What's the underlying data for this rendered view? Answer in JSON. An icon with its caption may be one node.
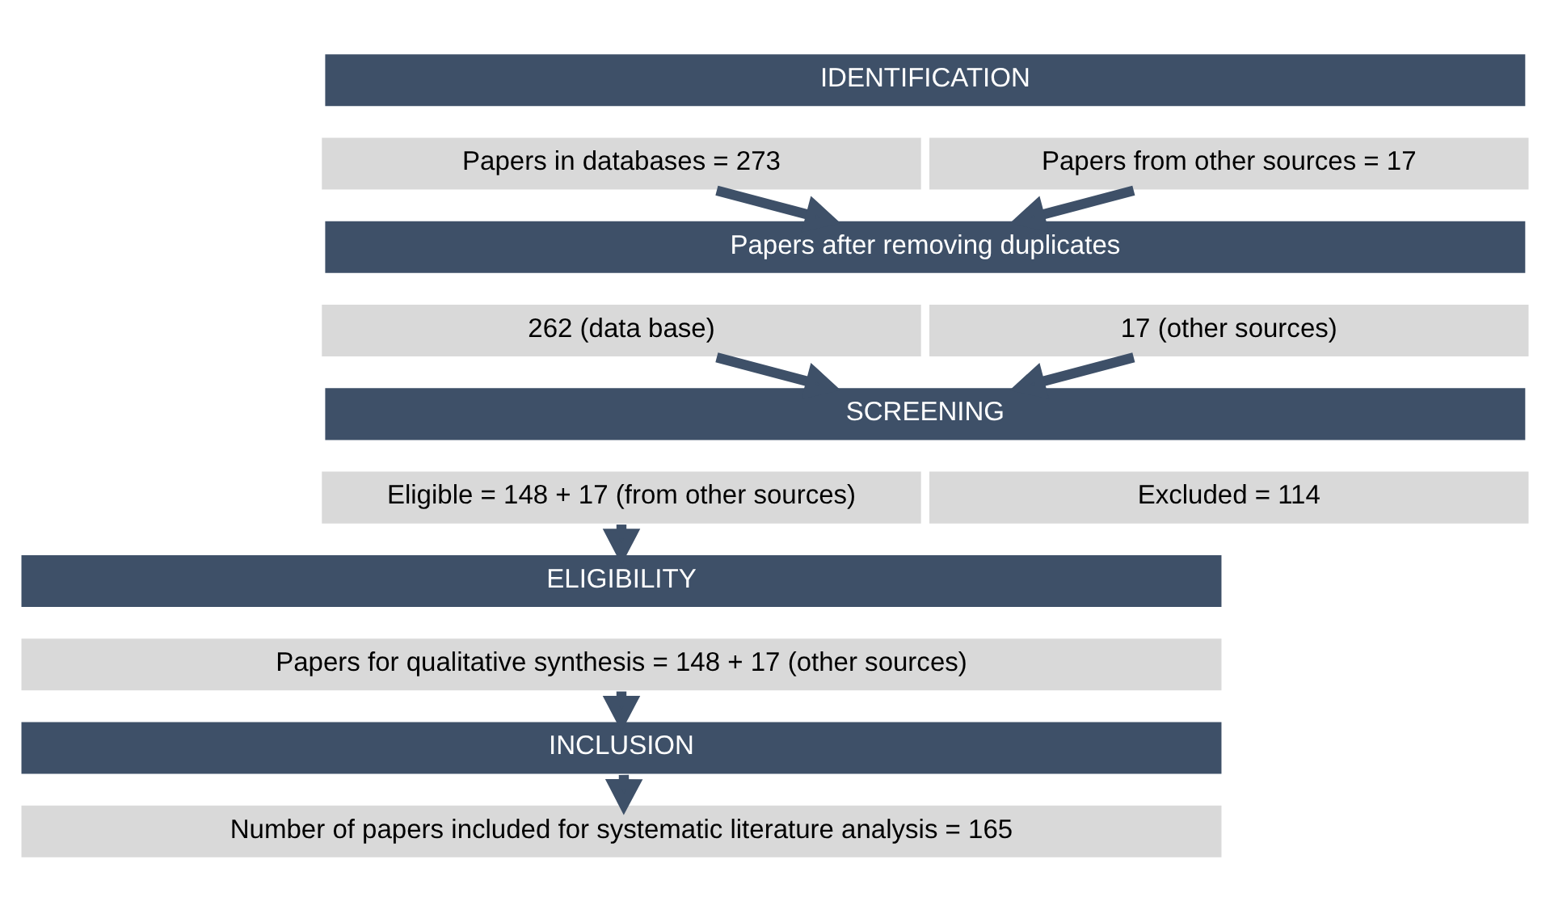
{
  "diagram": {
    "nodes": [
      {
        "text": [
          "IDENTIFICATION"
        ]
      },
      {
        "text": [
          "Papers in databases = 273"
        ]
      },
      {
        "text": [
          "Papers from other sources = 17"
        ]
      },
      {
        "text": [
          "Papers after removing duplicates"
        ]
      },
      {
        "text": [
          "262 (data base)"
        ]
      },
      {
        "text": [
          "17 (other sources)"
        ]
      },
      {
        "text": [
          "SCREENING"
        ]
      },
      {
        "text": [
          "Eligible = 148 + 17 (from other sources)"
        ]
      },
      {
        "text": [
          "Excluded = 114"
        ]
      },
      {
        "text": [
          "ELIGIBILITY"
        ]
      },
      {
        "text": [
          "Papers for qualitative synthesis = 148 + 17 (other sources)"
        ]
      },
      {
        "text": [
          "INCLUSION"
        ]
      },
      {
        "text": [
          "Number of papers included for systematic literature analysis = 165"
        ]
      }
    ],
    "edges": [
      {
        "from": 1,
        "to": 3,
        "arrow": "to"
      },
      {
        "from": 2,
        "to": 3,
        "arrow": "to"
      },
      {
        "from": 4,
        "to": 6,
        "arrow": "to"
      },
      {
        "from": 5,
        "to": 6,
        "arrow": "to"
      },
      {
        "from": 7,
        "to": 9,
        "arrow": "to"
      },
      {
        "from": 10,
        "to": 11,
        "arrow": "to"
      },
      {
        "from": 11,
        "to": 12,
        "arrow": "to"
      }
    ]
  }
}
